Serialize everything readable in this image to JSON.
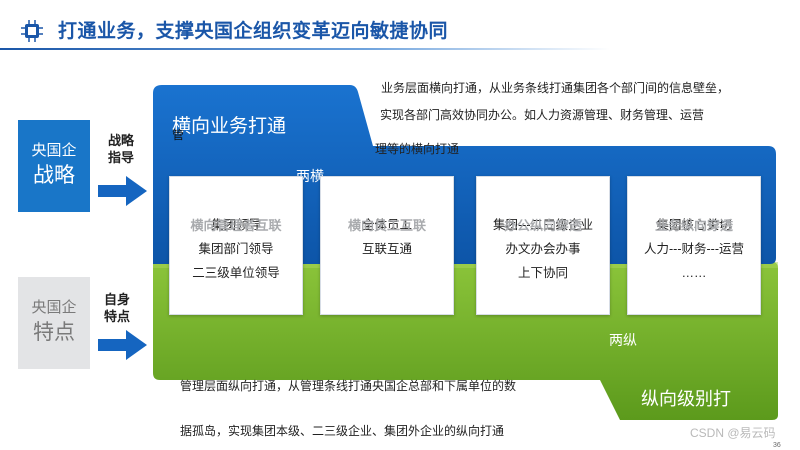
{
  "header": {
    "title": "打通业务，支撑央国企组织变革迈向敏捷协同",
    "icon": "chip-icon",
    "accent": "#1a56a8"
  },
  "left": {
    "strategy_box": {
      "line1": "央国企",
      "line2": "战略"
    },
    "strategy_arrow_label": [
      "战略",
      "指导"
    ],
    "features_box": {
      "line1": "央国企",
      "line2": "特点"
    },
    "features_arrow_label": [
      "自身",
      "特点"
    ]
  },
  "horizontal": {
    "title": "横向业务打通",
    "color": "#1565c0",
    "description": [
      "业务层面横向打通，从业务条线打通集团各个部门间的信息壁垒，",
      "实现各部门高效协同办公。如人力资源管理、财务管理、运营",
      "理等的横向打通"
    ],
    "overlap_fragment": "管",
    "label": "两横"
  },
  "vertical": {
    "title": "纵向级别打",
    "color": "#6aa31e",
    "description": [
      "管理层面纵向打通，从管理条线打通央国企总部和下属单位的数",
      "据孤岛，实现集团本级、二三级企业、集团外企业的纵向打通"
    ],
    "label": "两纵"
  },
  "cards": [
    {
      "title": "横向管理者互联",
      "items": [
        "集团领导",
        "集团部门领导",
        "二三级单位领导"
      ]
    },
    {
      "title": "横向员工互联",
      "items": [
        "全体员工",
        "互联互通"
      ]
    },
    {
      "title": "办公纵向穿透",
      "items": [
        "集团---二三级企业",
        "办文办会办事",
        "上下协同"
      ]
    },
    {
      "title": "业务纵向穿透",
      "items": [
        "集团核心关切",
        "人力---财务---运营",
        "……"
      ]
    }
  ],
  "footer": {
    "watermark": "CSDN @易云码",
    "page_number": "36"
  }
}
